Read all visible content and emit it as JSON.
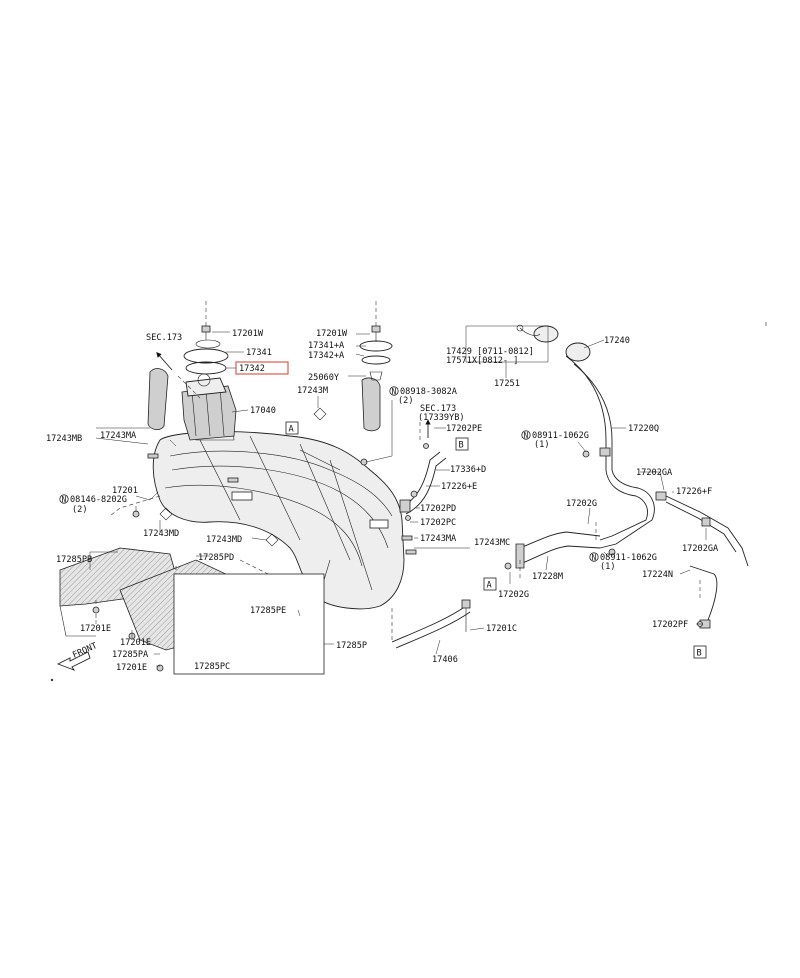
{
  "labels": {
    "sec173_top": "SEC.173",
    "p17201w_l": "17201W",
    "p17341": "17341",
    "p17342": "17342",
    "p17040": "17040",
    "p17243m": "17243M",
    "p17243mb": "17243MB",
    "p17243ma_l": "17243MA",
    "p17201": "17201",
    "n08146": "08146-8202G",
    "n08146_qty": "(2)",
    "p17243md_a": "17243MD",
    "p17243md_b": "17243MD",
    "p17201w_r": "17201W",
    "p17341a": "17341+A",
    "p17342a": "17342+A",
    "p25060y": "25060Y",
    "n08918": "08918-3082A",
    "n08918_qty": "(2)",
    "sec173_mid": "SEC.173",
    "sec173_mid_sub": "(17339YB)",
    "p17202pe": "17202PE",
    "p17336d": "17336+D",
    "p17226e": "17226+E",
    "p17202pd": "17202PD",
    "p17202pc": "17202PC",
    "p17243ma_r": "17243MA",
    "p17243mc": "17243MC",
    "p17429": "17429 [0711-0812]",
    "p17571x": "17571X[0812-     ]",
    "p17251": "17251",
    "p17240": "17240",
    "p17220q": "17220Q",
    "n08911_a": "08911-1062G",
    "n08911_a_qty": "(1)",
    "p17202ga_a": "17202GA",
    "p17226f": "17226+F",
    "p17202g_a": "17202G",
    "p17202ga_b": "17202GA",
    "n08911_b": "08911-1062G",
    "n08911_b_qty": "(1)",
    "p17228m": "17228M",
    "p17224n": "17224N",
    "p17202g_b": "17202G",
    "p17202pf": "17202PF",
    "p17285pb": "17285PB",
    "p17285pd": "17285PD",
    "p17285pe": "17285PE",
    "p17285p": "17285P",
    "p17285pc": "17285PC",
    "p17201e_a": "17201E",
    "p17201e_b": "17201E",
    "p17285pa": "17285PA",
    "p17201e_c": "17201E",
    "p17201c": "17201C",
    "p17406": "17406",
    "front": "FRONT",
    "ref_a1": "A",
    "ref_a2": "A",
    "ref_b1": "B",
    "ref_b2": "B",
    "nut_symbol": "N"
  },
  "highlight": {
    "part": "17342",
    "color": "#e05a4a"
  }
}
